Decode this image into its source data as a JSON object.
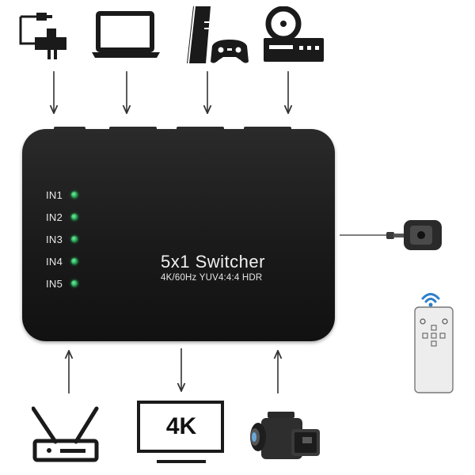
{
  "device": {
    "model": "5x1 Switcher",
    "spec": "4K/60Hz YUV4:4:4 HDR",
    "inputs": [
      "IN1",
      "IN2",
      "IN3",
      "IN4",
      "IN5"
    ],
    "led_color": "#2bd96e"
  },
  "tv_label": "4K",
  "icons": {
    "top": [
      "power-adapter-icon",
      "laptop-icon",
      "game-console-icon",
      "dvd-player-icon"
    ],
    "bottom": [
      "router-icon",
      "tv-icon",
      "camcorder-icon"
    ],
    "right": [
      "ir-receiver-icon",
      "remote-control-icon"
    ]
  }
}
